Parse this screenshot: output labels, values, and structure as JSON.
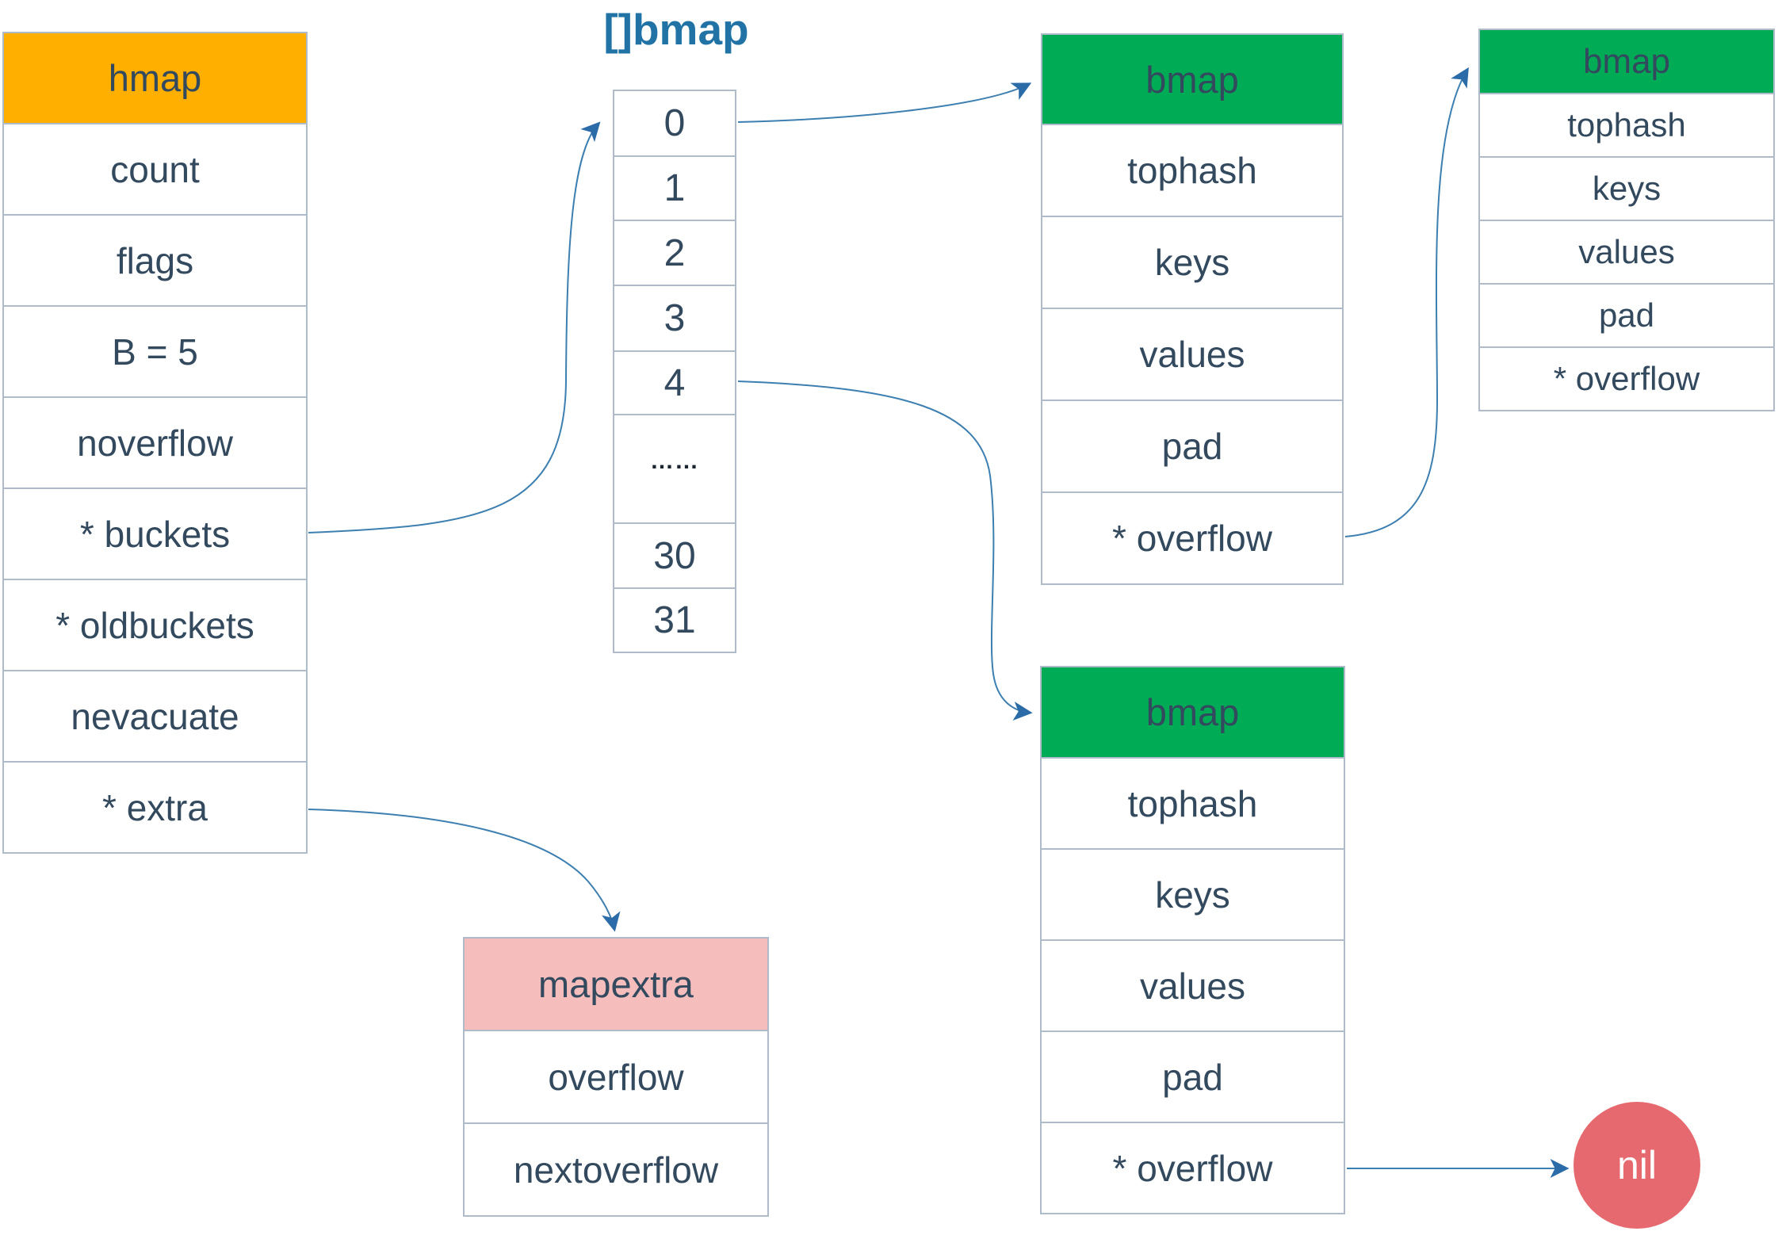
{
  "array_title": "[]bmap",
  "hmap": {
    "header": "hmap",
    "rows": [
      "count",
      "flags",
      "B = 5",
      "noverflow",
      "* buckets",
      "* oldbuckets",
      "nevacuate",
      "* extra"
    ]
  },
  "bucket_array": {
    "cells": [
      "0",
      "1",
      "2",
      "3",
      "4",
      "……",
      "30",
      "31"
    ]
  },
  "bmap_top": {
    "header": "bmap",
    "rows": [
      "tophash",
      "keys",
      "values",
      "pad",
      "* overflow"
    ]
  },
  "bmap_right": {
    "header": "bmap",
    "rows": [
      "tophash",
      "keys",
      "values",
      "pad",
      "* overflow"
    ]
  },
  "bmap_bottom": {
    "header": "bmap",
    "rows": [
      "tophash",
      "keys",
      "values",
      "pad",
      "* overflow"
    ]
  },
  "mapextra": {
    "header": "mapextra",
    "rows": [
      "overflow",
      "nextoverflow"
    ]
  },
  "nil_label": "nil",
  "colors": {
    "hmap_header": "#FFAF00",
    "bmap_header": "#00AB55",
    "mapextra_header": "#F5BEBC",
    "nil_circle": "#E5696E",
    "arrow": "#3D7FB0",
    "text": "#33495E",
    "array_title": "#2173A6",
    "border": "#B0BBC9"
  },
  "connections": [
    "hmap.*buckets -> []bmap[0..31]",
    "[]bmap[0] -> bmap(top)",
    "[]bmap[4] -> bmap(bottom)",
    "bmap(top).*overflow -> bmap(right)",
    "hmap.*extra -> mapextra",
    "bmap(bottom).*overflow -> nil"
  ]
}
